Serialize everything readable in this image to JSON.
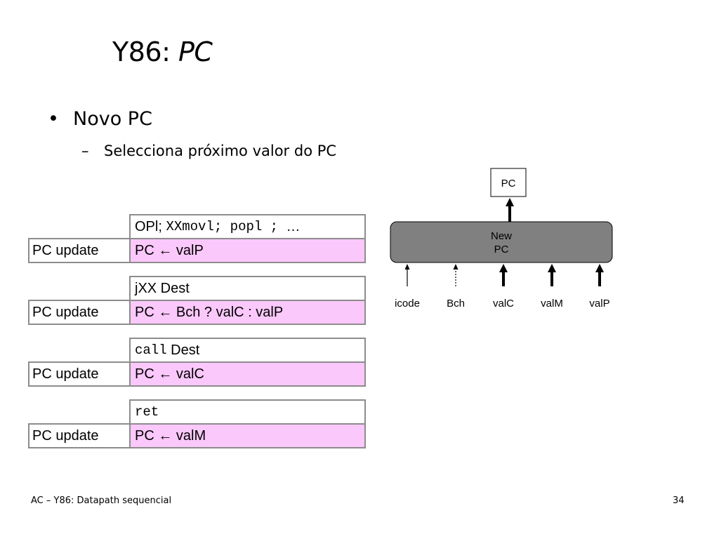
{
  "slide": {
    "title_prefix": "Y86: ",
    "title_italic": "PC",
    "bullet": "Novo PC",
    "bullet_marker": "•",
    "sub_marker": "–",
    "sub_bullet": "Selecciona próximo valor do PC"
  },
  "tables": [
    {
      "header_parts": [
        {
          "text": "OPl; ",
          "mono": false
        },
        {
          "text": "XXmovl; popl ; ",
          "mono": true
        },
        {
          "text": "…",
          "mono": false
        }
      ],
      "label": "PC update",
      "action": "PC ← valP"
    },
    {
      "header_parts": [
        {
          "text": "jXX Dest",
          "mono": false
        }
      ],
      "label": "PC update",
      "action": "PC ← Bch ? valC : valP"
    },
    {
      "header_parts": [
        {
          "text": "call",
          "mono": true
        },
        {
          "text": " Dest",
          "mono": false
        }
      ],
      "label": "PC update",
      "action": "PC ← valC"
    },
    {
      "header_parts": [
        {
          "text": "ret",
          "mono": true
        }
      ],
      "label": "PC update",
      "action": "PC ← valM"
    }
  ],
  "diagram": {
    "output_register": "PC",
    "block_line1": "New",
    "block_line2": "PC",
    "inputs": [
      {
        "name": "icode",
        "style": "thin"
      },
      {
        "name": "Bch",
        "style": "dotted"
      },
      {
        "name": "valC",
        "style": "thick"
      },
      {
        "name": "valM",
        "style": "thick"
      },
      {
        "name": "valP",
        "style": "thick"
      }
    ],
    "colors": {
      "block_fill": "#808080",
      "row_fill": "#fbc8fb",
      "border": "#8c8c8c"
    }
  },
  "footer": {
    "left": "AC – Y86: Datapath sequencial",
    "page_number": "34"
  }
}
